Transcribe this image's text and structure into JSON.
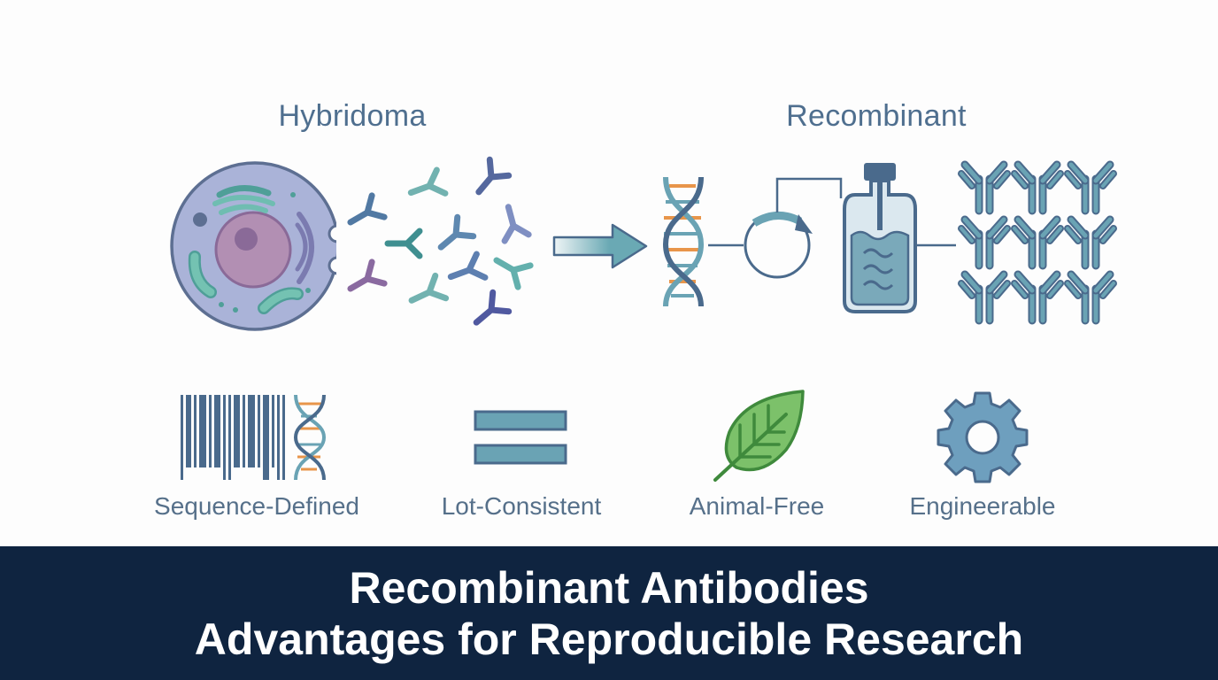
{
  "sections": {
    "left": {
      "title": "Hybridoma",
      "icon": "hybridoma-cell-with-polyclonal-antibodies"
    },
    "transition": {
      "icon": "arrow-right"
    },
    "right": {
      "title": "Recombinant",
      "steps": [
        "dna-double-helix",
        "plasmid-vector",
        "bioreactor",
        "uniform-antibody-grid"
      ]
    }
  },
  "features": [
    {
      "label": "Sequence-Defined",
      "icon": "barcode-dna-icon"
    },
    {
      "label": "Lot-Consistent",
      "icon": "equals-icon"
    },
    {
      "label": "Animal-Free",
      "icon": "leaf-icon"
    },
    {
      "label": "Engineerable",
      "icon": "gear-icon"
    }
  ],
  "banner": {
    "line1": "Recombinant Antibodies",
    "line2": "Advantages for Reproducible Research"
  },
  "colors": {
    "primary_text": "#4f6f8f",
    "steel_blue": "#4a6a8c",
    "teal": "#6aa3b4",
    "orange_accent": "#e8954a",
    "leaf_green": "#6fb55d",
    "banner_bg": "#0f2440",
    "banner_text": "#ffffff"
  }
}
